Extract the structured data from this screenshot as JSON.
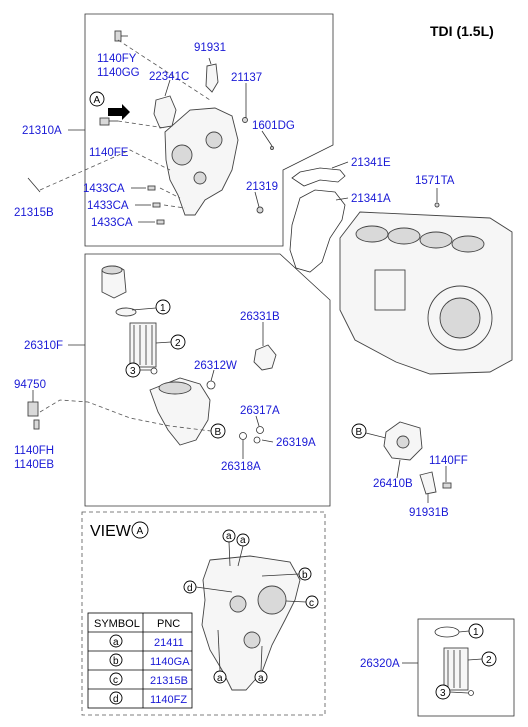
{
  "title": "TDI (1.5L)",
  "labels": {
    "p1140FY": "1140FY",
    "p1140GG": "1140GG",
    "p91931": "91931",
    "p22341C": "22341C",
    "p21137": "21137",
    "p21310A": "21310A",
    "p1601DG": "1601DG",
    "p1140FE": "1140FE",
    "p21341E": "21341E",
    "p1571TA": "1571TA",
    "p21341A": "21341A",
    "p1433CA_1": "1433CA",
    "p21319": "21319",
    "p21315B": "21315B",
    "p1433CA_2": "1433CA",
    "p1433CA_3": "1433CA",
    "p26331B": "26331B",
    "p26310F": "26310F",
    "p26312W": "26312W",
    "p94750": "94750",
    "p26317A": "26317A",
    "p26319A": "26319A",
    "p1140FH": "1140FH",
    "p1140EB": "1140EB",
    "p26318A": "26318A",
    "p1140FF": "1140FF",
    "p26410B": "26410B",
    "p91931B": "91931B",
    "p26320A": "26320A"
  },
  "callouts": {
    "A": "A",
    "B": "B",
    "n1": "1",
    "n2": "2",
    "n3": "3",
    "a": "a",
    "b": "b",
    "c": "c",
    "d": "d"
  },
  "view": {
    "label": "VIEW",
    "letter": "A"
  },
  "symbol_table": {
    "headers": [
      "SYMBOL",
      "PNC"
    ],
    "rows": [
      {
        "symbol": "a",
        "pnc": "21411"
      },
      {
        "symbol": "b",
        "pnc": "1140GA"
      },
      {
        "symbol": "c",
        "pnc": "21315B"
      },
      {
        "symbol": "d",
        "pnc": "1140FZ"
      }
    ]
  }
}
